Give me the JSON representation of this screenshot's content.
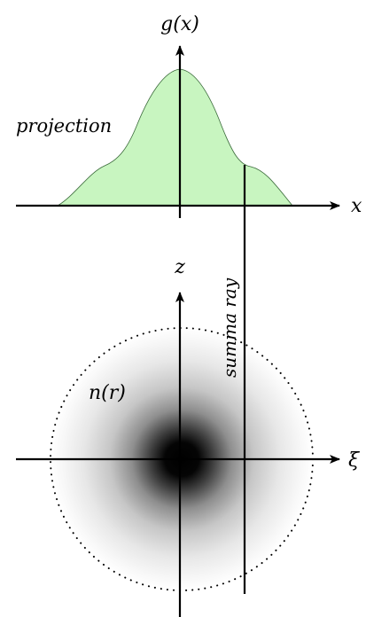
{
  "projection_plot": {
    "y_axis_label": "g(x)",
    "x_axis_label": "x",
    "curve_label": "projection",
    "fill_color": "#c8f5c0",
    "stroke_color": "#3a6a3a"
  },
  "object_plot": {
    "vertical_axis_label": "z",
    "horizontal_axis_label": "ξ",
    "density_label": "n(r)",
    "ray_label": "summa ray",
    "core_color": "#000000",
    "boundary_style": "dotted circle"
  }
}
